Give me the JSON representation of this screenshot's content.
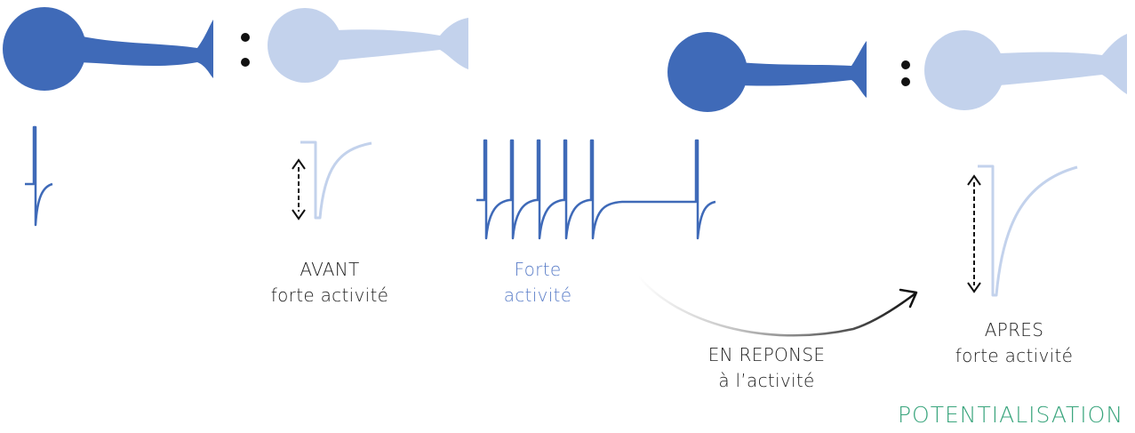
{
  "colors": {
    "neuron_dark": "#3f6ab8",
    "neuron_light": "#c3d2ec",
    "trace_dark": "#3f6ab8",
    "trace_light": "#c3d2ec",
    "label_text": "#222222",
    "label_blue": "#5b7ec8",
    "label_green": "#3aa57d",
    "arrow": "#111111"
  },
  "labels": {
    "before_line1": "AVANT",
    "before_line2": "forte activité",
    "strong_line1": "Forte",
    "strong_line2": "activité",
    "response_line1": "EN REPONSE",
    "response_line2": "à l’activité",
    "after_line1": "APRES",
    "after_line2": "forte activité",
    "result": "POTENTIALISATION"
  },
  "icons": {
    "presynaptic_neuron": "neuron-dark-icon",
    "postsynaptic_neuron": "neuron-light-icon",
    "synapse_dots": "synapse-dots-icon",
    "amplitude_arrow": "double-arrow-icon",
    "curved_arrow": "curved-arrow-icon"
  }
}
